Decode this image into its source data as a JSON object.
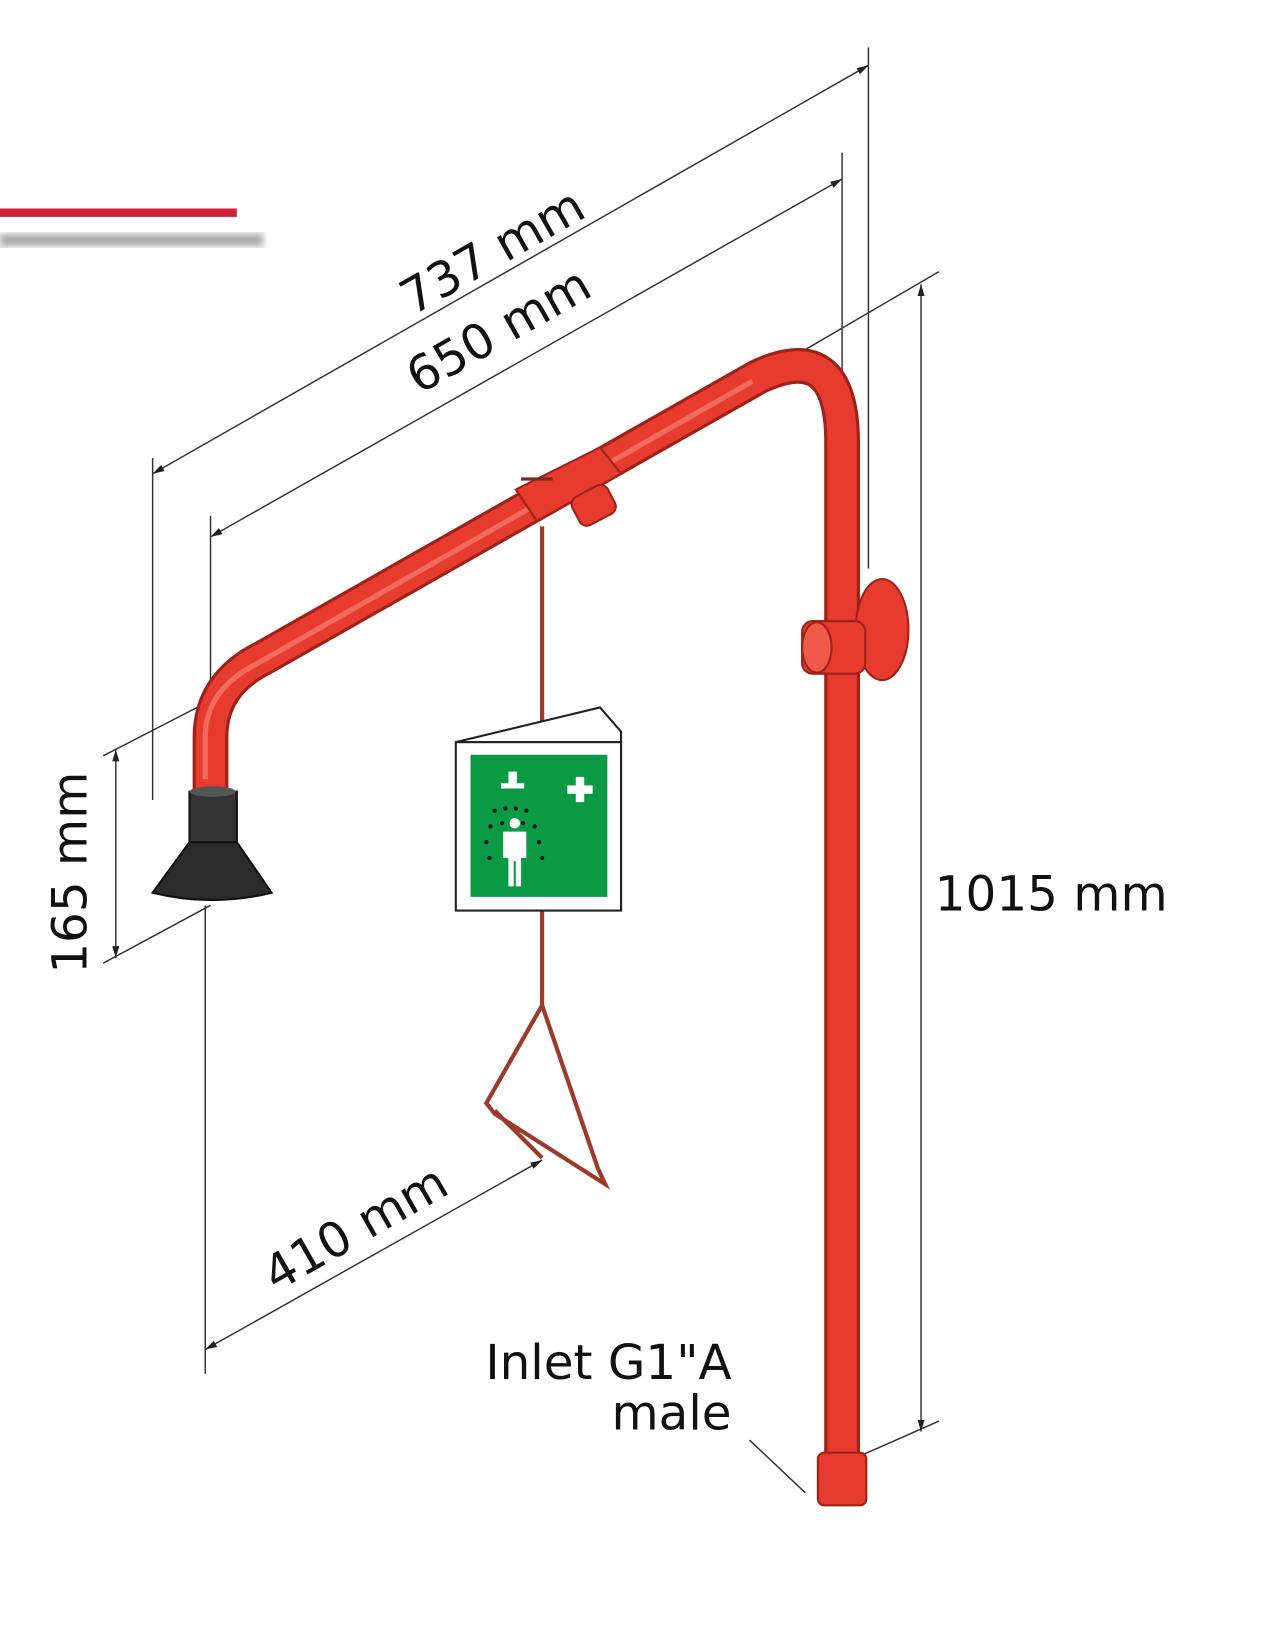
{
  "dimensions": {
    "overall_reach": "737 mm",
    "head_to_wall": "650 mm",
    "height": "1015 mm",
    "head_height": "165 mm",
    "pull_reach": "410 mm"
  },
  "inlet": {
    "line1": "Inlet G1\"A",
    "line2": "male"
  },
  "colors": {
    "pipe": "#e63b2e",
    "accent_bar": "#d3203b",
    "sign_green": "#0a9a43",
    "rod": "#9a3b2c",
    "head": "#2b2b2b"
  },
  "sign": {
    "icon": "emergency-shower-sign-icon"
  }
}
